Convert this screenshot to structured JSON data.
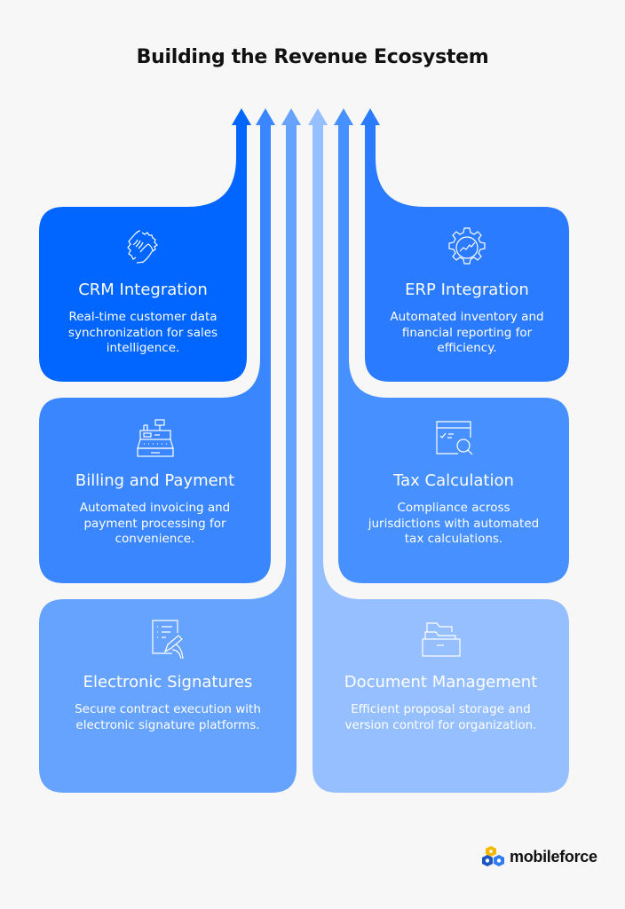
{
  "title": "Building the Revenue Ecosystem",
  "colors": {
    "background": "#f7f7f7",
    "crm": "#0066ff",
    "erp": "#2a7bff",
    "billing": "#3a86ff",
    "tax": "#4690ff",
    "signatures": "#66a3ff",
    "documents": "#96bfff"
  },
  "cards": [
    {
      "id": "crm",
      "title": "CRM Integration",
      "description": "Real-time customer data synchronization for sales intelligence.",
      "icon": "handshake-gears-icon"
    },
    {
      "id": "billing",
      "title": "Billing and Payment",
      "description": "Automated invoicing and payment processing for convenience.",
      "icon": "cash-register-icon"
    },
    {
      "id": "signatures",
      "title": "Electronic Signatures",
      "description": "Secure contract execution with electronic signature platforms.",
      "icon": "document-signing-icon"
    },
    {
      "id": "documents",
      "title": "Document Management",
      "description": "Efficient proposal storage and version control for organization.",
      "icon": "file-drawer-icon"
    },
    {
      "id": "tax",
      "title": "Tax Calculation",
      "description": "Compliance across jurisdictions with automated tax calculations.",
      "icon": "tax-search-icon"
    },
    {
      "id": "erp",
      "title": "ERP Integration",
      "description": "Automated inventory and financial reporting for efficiency.",
      "icon": "gear-chart-icon"
    }
  ],
  "logo": {
    "text": "mobileforce",
    "icon": "mobileforce-logo-icon"
  }
}
